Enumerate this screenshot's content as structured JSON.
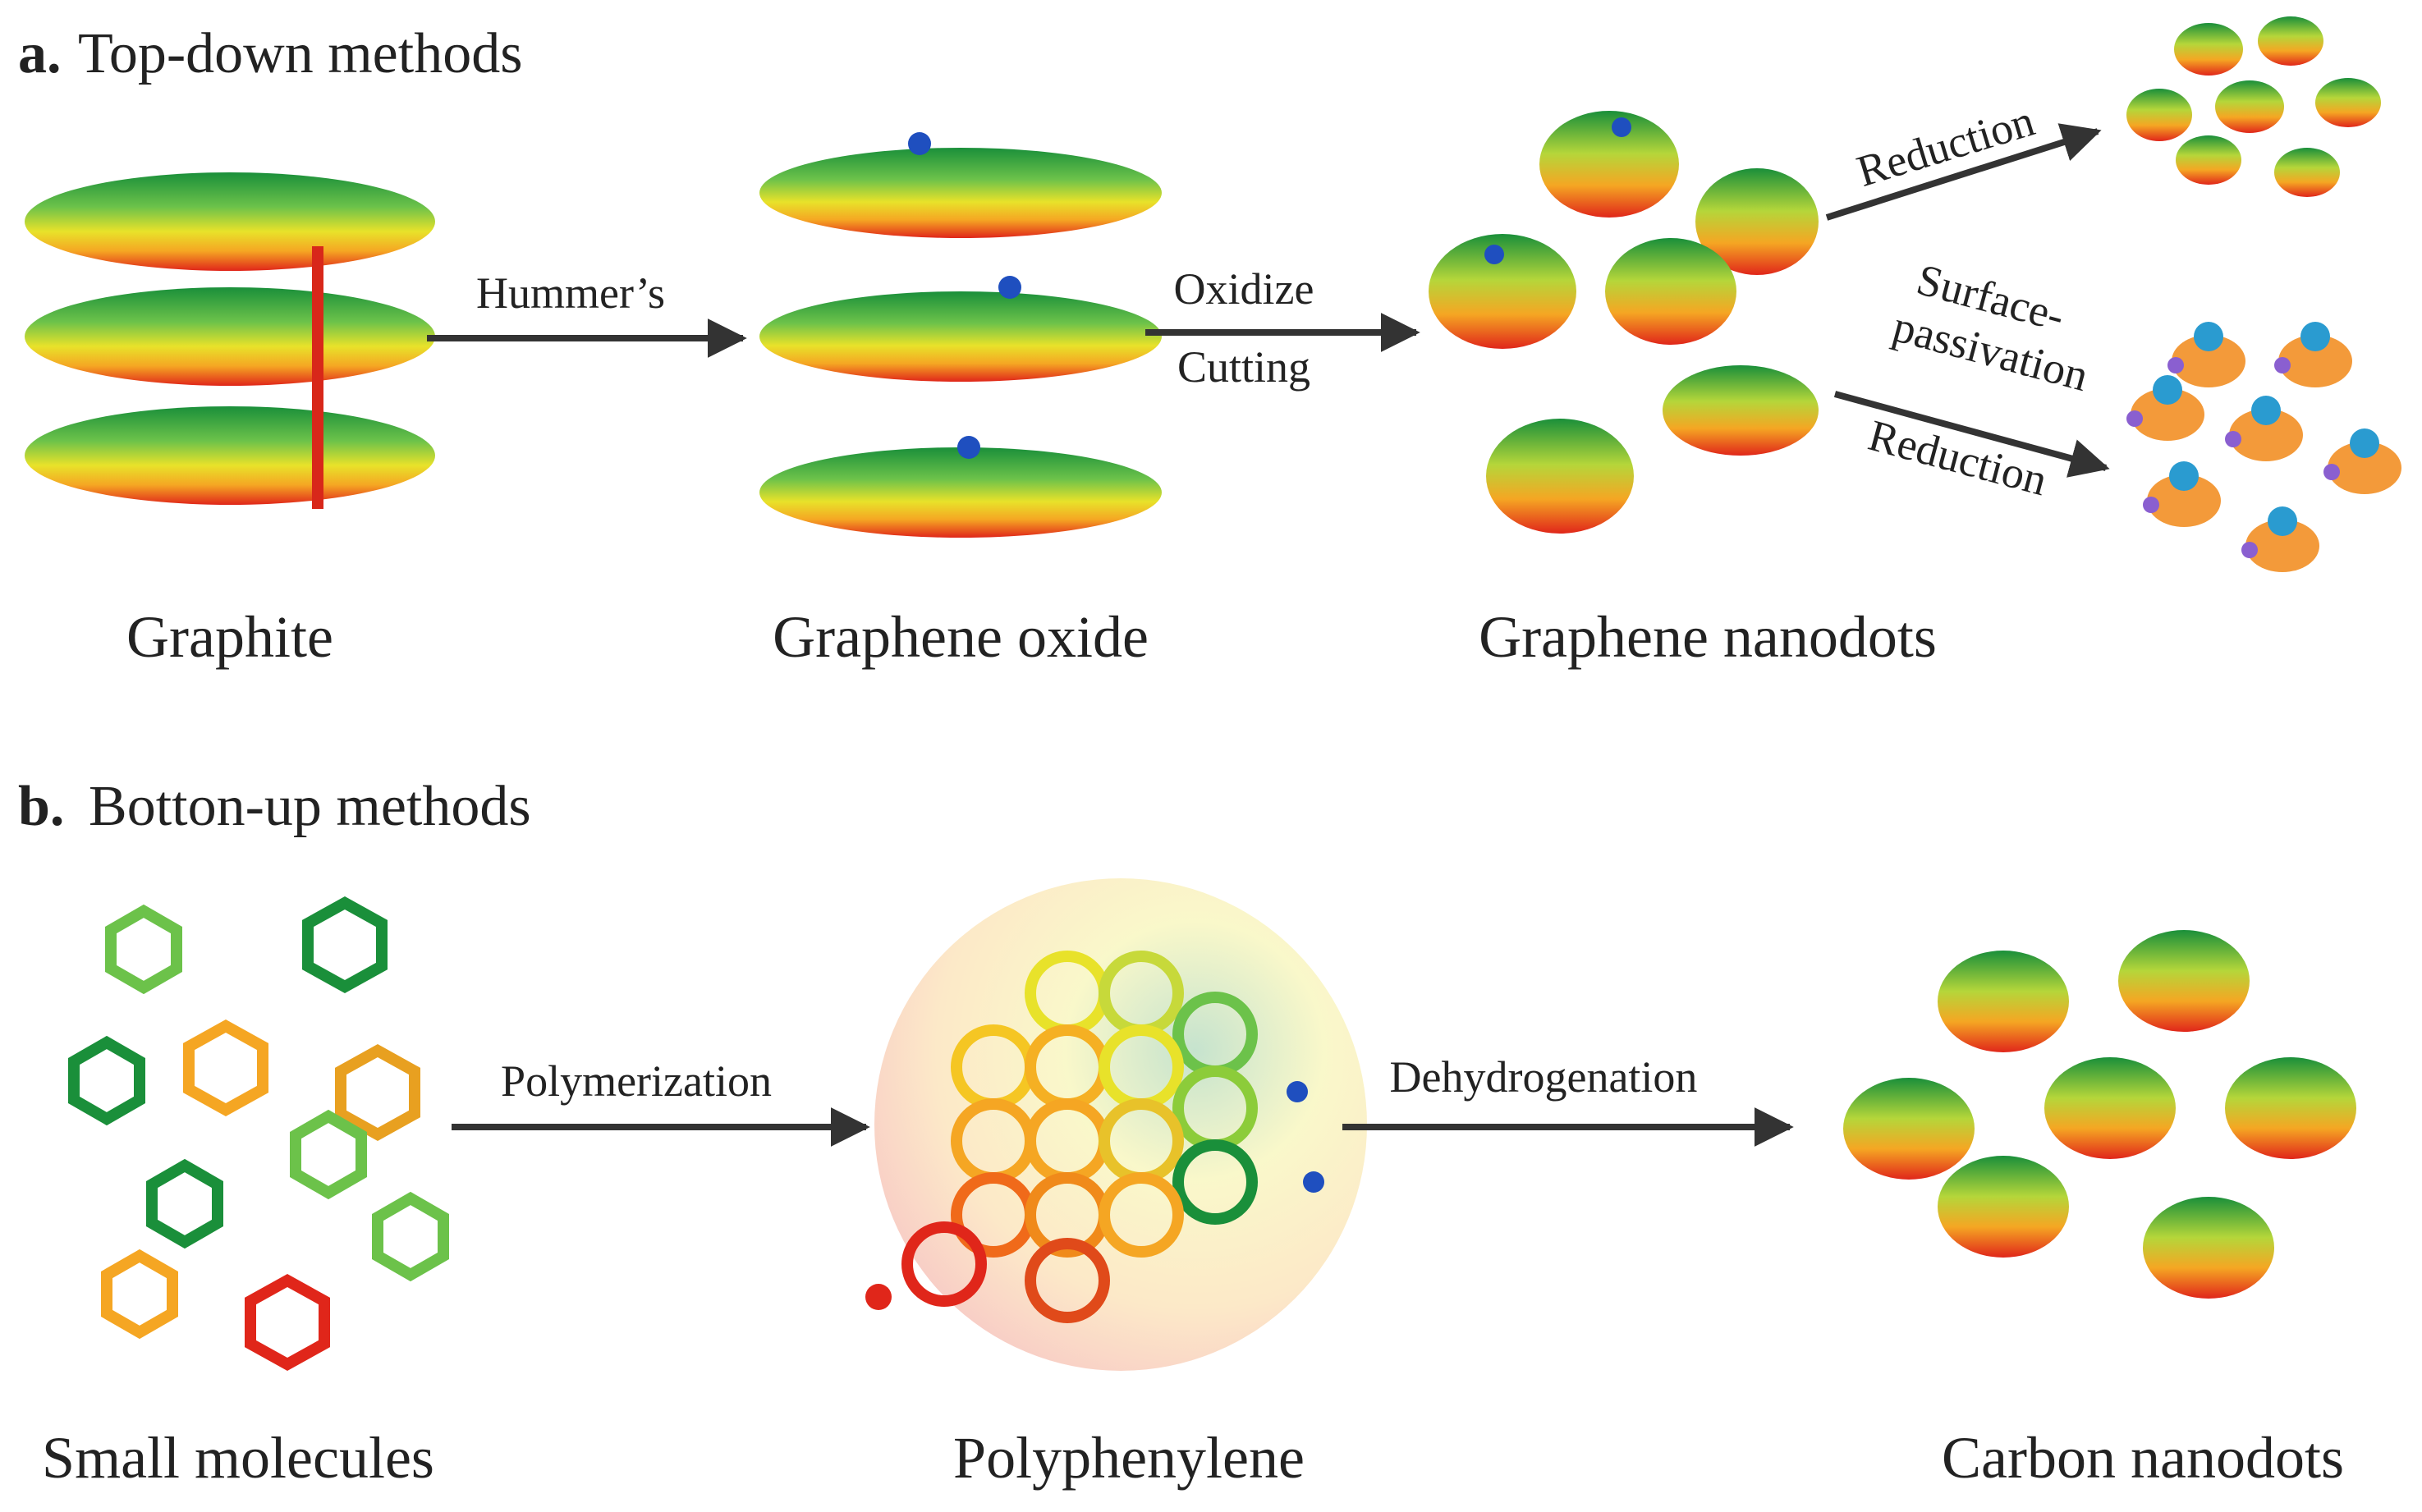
{
  "palette": {
    "arrow": "#333333",
    "text": "#222222",
    "gradient": [
      "#1a8f3a",
      "#6cc24a",
      "#e8e22a",
      "#f5a623",
      "#f06a1a",
      "#e0261a"
    ],
    "accent_blue": "#1f4fbf",
    "accent_purple": "#8a5fd0",
    "accent_orange": "#f39a3a"
  },
  "section_a": {
    "letter": "a.",
    "title": "Top-down methods",
    "labels": {
      "graphite": "Graphite",
      "graphene_oxide": "Graphene oxide",
      "graphene_nanodots": "Graphene nanodots"
    },
    "arrows": {
      "hummers": "Hummer’s",
      "oxidize": "Oxidize",
      "cutting": "Cutting",
      "reduction_top": "Reduction",
      "surface": "Surface-",
      "passivation": "passivation",
      "reduction_bottom": "Reduction"
    }
  },
  "section_b": {
    "letter": "b.",
    "title": "Botton-up methods",
    "labels": {
      "small_molecules": "Small molecules",
      "polyphenylene": "Polyphenylene",
      "carbon_nanodots": "Carbon nanodots"
    },
    "arrows": {
      "polymerization": "Polymerization",
      "dehydrogenation": "Dehydrogenation"
    }
  }
}
